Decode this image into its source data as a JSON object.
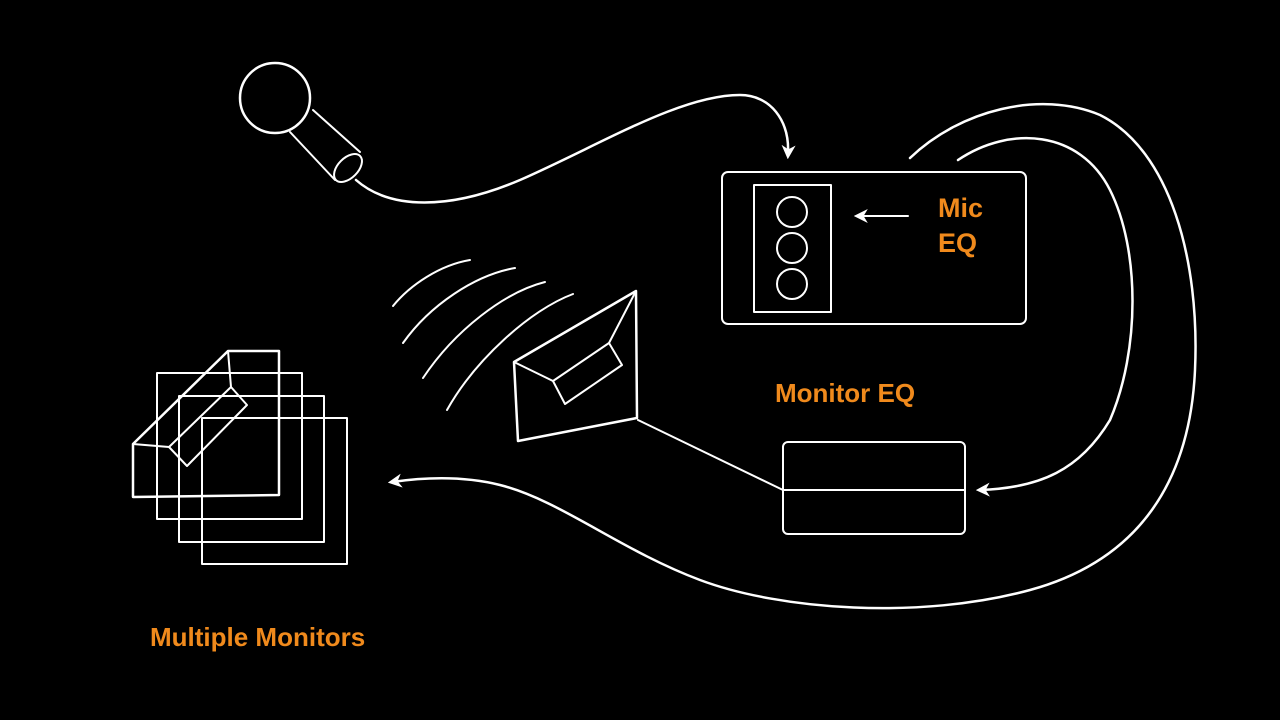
{
  "diagram": {
    "title": "Mic to monitor signal flow",
    "background_color": "#000000",
    "line_color": "#ffffff",
    "label_color": "#f08a1c",
    "labels": {
      "mic_eq_line1": "Mic",
      "mic_eq_line2": "EQ",
      "monitor_eq": "Monitor EQ",
      "multiple_monitors": "Multiple Monitors"
    },
    "nodes": [
      {
        "id": "microphone",
        "icon": "microphone-icon"
      },
      {
        "id": "mixer",
        "icon": "mixer-icon",
        "channel_knobs": 3
      },
      {
        "id": "monitor-eq-unit",
        "icon": "rack-unit-icon"
      },
      {
        "id": "wedge-monitor",
        "icon": "wedge-speaker-icon",
        "sound_waves": 4
      },
      {
        "id": "multiple-monitors",
        "icon": "stacked-wedge-speakers-icon",
        "count": 4
      }
    ],
    "connections": [
      {
        "from": "microphone",
        "to": "mixer"
      },
      {
        "from": "mixer",
        "to": "monitor-eq-unit"
      },
      {
        "from": "mixer",
        "to": "multiple-monitors"
      },
      {
        "from": "monitor-eq-unit",
        "to": "wedge-monitor"
      }
    ]
  }
}
